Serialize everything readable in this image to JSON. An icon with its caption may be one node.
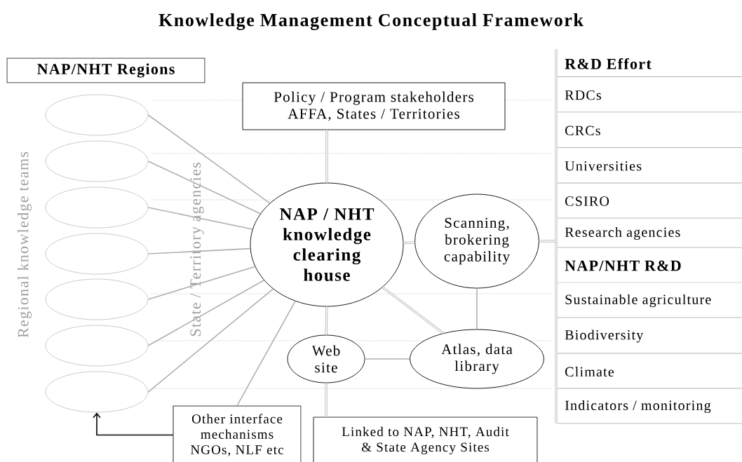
{
  "diagram": {
    "title": "Knowledge Management Conceptual Framework",
    "nodes": [
      {
        "text": [
          "NAP/NHT Regions"
        ]
      },
      {
        "text": [
          "Policy / Program stakeholders AFFA, States / Territories"
        ]
      },
      {
        "text": [],
        "shape": "ellipse"
      },
      {
        "text": [],
        "shape": "ellipse"
      },
      {
        "text": [],
        "shape": "ellipse"
      },
      {
        "text": [],
        "shape": "ellipse"
      },
      {
        "text": [],
        "shape": "ellipse"
      },
      {
        "text": [],
        "shape": "ellipse"
      },
      {
        "text": [],
        "shape": "ellipse"
      },
      {
        "text": [
          "NAP / NHT knowledge clearing house"
        ]
      },
      {
        "text": [
          "Scanning, brokering capability"
        ]
      },
      {
        "text": [
          "R&D Effort",
          "RDCs",
          "CRCs",
          "Universities",
          "CSIRO",
          "Research agencies",
          "NAP/NHT R&D",
          "Sustainable agriculture",
          "Biodiversity",
          "Climate",
          "Indicators / monitoring"
        ]
      },
      {
        "text": [
          "Web site"
        ]
      },
      {
        "text": [
          "Atlas, data library"
        ]
      },
      {
        "text": [
          "Other interface mechanisms NGOs, NLF etc"
        ]
      },
      {
        "text": [
          "Linked to NAP, NHT, Audit & State Agency Sites"
        ]
      }
    ],
    "edges": [
      {
        "from": 1,
        "to": 9,
        "arrow": "none",
        "style": "thick"
      },
      {
        "from": 2,
        "to": 9,
        "arrow": "none"
      },
      {
        "from": 3,
        "to": 9,
        "arrow": "none"
      },
      {
        "from": 4,
        "to": 9,
        "arrow": "none"
      },
      {
        "from": 5,
        "to": 9,
        "arrow": "none"
      },
      {
        "from": 6,
        "to": 9,
        "arrow": "none"
      },
      {
        "from": 7,
        "to": 9,
        "arrow": "none"
      },
      {
        "from": 8,
        "to": 9,
        "arrow": "none"
      },
      {
        "from": 14,
        "to": 9,
        "arrow": "none"
      },
      {
        "from": 9,
        "to": 10,
        "arrow": "none",
        "style": "thick"
      },
      {
        "from": 10,
        "to": 11,
        "arrow": "none",
        "style": "thick"
      },
      {
        "from": 9,
        "to": 12,
        "arrow": "none",
        "style": "thick"
      },
      {
        "from": 9,
        "to": 13,
        "arrow": "none",
        "style": "thick"
      },
      {
        "from": 10,
        "to": 13,
        "arrow": "none"
      },
      {
        "from": 12,
        "to": 13,
        "arrow": "none"
      },
      {
        "from": 12,
        "to": 15,
        "arrow": "none",
        "style": "thick"
      },
      {
        "from": 14,
        "to": 8,
        "arrow": "to",
        "color": "#000000"
      }
    ],
    "labels": [
      "Regional knowledge teams",
      "State / Territory agencies"
    ]
  }
}
